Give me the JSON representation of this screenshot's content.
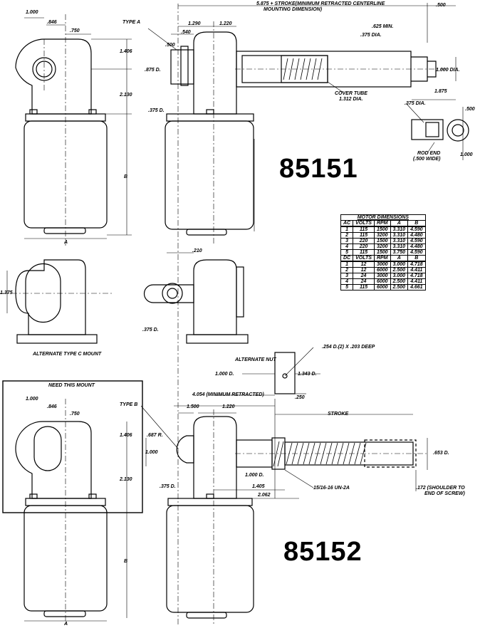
{
  "models": {
    "top": "85151",
    "bottom": "85152"
  },
  "dims": {
    "d1000a": "1.000",
    "d846a": ".846",
    "d750a": ".750",
    "d1406a": "1.406",
    "d2130a": "2.130",
    "dBa": "B",
    "dAa": "A",
    "typeA": "TYPE A",
    "d500a": ".500",
    "d875": ".875 D.",
    "d375a": ".375 D.",
    "d1290": "1.290",
    "d540": ".540",
    "d1220a": "1.220",
    "d5875": "5.875 + STROKE(MINIMUM RETRACTED CENTERLINE",
    "d5875b": "MOUNTING DIMENSION)",
    "d500b": ".500",
    "d625": ".625 MIN.",
    "d375dia": ".375 DIA.",
    "d1000dia": "1.000 DIA.",
    "coverTube": "COVER TUBE",
    "coverTube2": "1.312 DIA.",
    "d1875": "1.875",
    "d375dia2": ".375 DIA.",
    "d500c": ".500",
    "rodEnd": "ROD END",
    "rodEnd2": "(.500 WIDE)",
    "d1000b": "1.000",
    "d210": ".210",
    "d1375": "1.375",
    "d375b": ".375 D.",
    "altTypeC": "ALTERNATE TYPE C MOUNT",
    "altNut": "ALTERNATE NUT",
    "d254": ".254 D.(2) X .203 DEEP",
    "d1000c": "1.000 D.",
    "d1343": "1.343 D.",
    "d4054": "4.054 (MINIMUM RETRACTED)",
    "d250": ".250",
    "needMount": "NEED THIS MOUNT",
    "d1000d": "1.000",
    "d846b": ".846",
    "d750b": ".750",
    "d1406b": "1.406",
    "d2130b": "2.130",
    "dBb": "B",
    "dAb": "A",
    "typeB": "TYPE B",
    "d687": ".687 R.",
    "d1000e": "1.000",
    "d375c": ".375 D.",
    "d1500": "1.500",
    "d1220b": "1.220",
    "stroke": "STROKE",
    "d653": ".653 D.",
    "d1000f": "1.000 D.",
    "d1405": "1.405",
    "d2062": "2.062",
    "thread": "15/16-16 UN-2A",
    "d172": ".172 (SHOULDER TO",
    "d172b": "END OF SCREW)"
  },
  "motor_table": {
    "title": "MOTOR DIMENSIONS",
    "ac_header": [
      "AC",
      "VOLTS",
      "RPM",
      "A",
      "B"
    ],
    "ac_rows": [
      [
        "1",
        "115",
        "1500",
        "3.310",
        "4.590"
      ],
      [
        "2",
        "115",
        "3200",
        "3.310",
        "4.480"
      ],
      [
        "3",
        "220",
        "1500",
        "3.310",
        "4.590"
      ],
      [
        "4",
        "220",
        "3200",
        "3.310",
        "4.480"
      ],
      [
        "5",
        "115",
        "1500",
        "3.750",
        "4.590"
      ]
    ],
    "dc_header": [
      "DC",
      "VOLTS",
      "RPM",
      "A",
      "B"
    ],
    "dc_rows": [
      [
        "1",
        "12",
        "3000",
        "3.000",
        "4.718"
      ],
      [
        "2",
        "12",
        "6000",
        "2.500",
        "4.411"
      ],
      [
        "3",
        "24",
        "3000",
        "3.000",
        "4.718"
      ],
      [
        "4",
        "24",
        "6000",
        "2.500",
        "4.411"
      ],
      [
        "5",
        "115",
        "6000",
        "2.500",
        "4.661"
      ]
    ]
  }
}
